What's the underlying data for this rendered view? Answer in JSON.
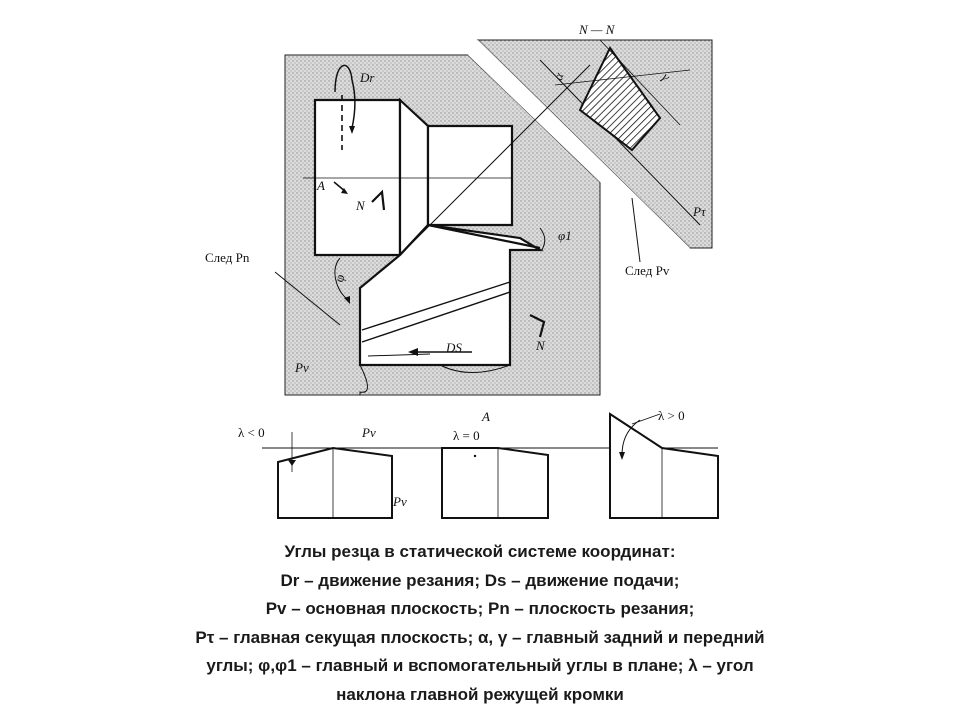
{
  "labels": {
    "section_title": "N — N",
    "dr": "Dr",
    "ds": "DS",
    "a": "A",
    "n_upper": "N",
    "n_lower": "N",
    "phi1": "φ1",
    "phi": "φ",
    "alpha": "α",
    "gamma": "γ",
    "sled_pn": "След Pn",
    "sled_pv": "След Pv",
    "pt": "Pτ",
    "pv_main": "Pv",
    "a_bottom": "A",
    "lambda_neg": "λ < 0",
    "pv_row_1": "Pv",
    "lambda_zero": "λ = 0",
    "lambda_pos": "λ > 0",
    "pv_row_2": "Pv"
  },
  "caption": {
    "line1": "Углы резца в статической системе координат:",
    "line2": "Dr – движение резания; Ds – движение подачи;",
    "line3": "Pv – основная плоскость; Pn – плоскость резания;",
    "line4": "Pτ – главная секущая плоскость; α, γ – главный задний и передний",
    "line5": "углы; φ,φ1 – главный и вспомогательный углы в плане; λ – угол",
    "line6": "наклона главной режущей кромки"
  }
}
